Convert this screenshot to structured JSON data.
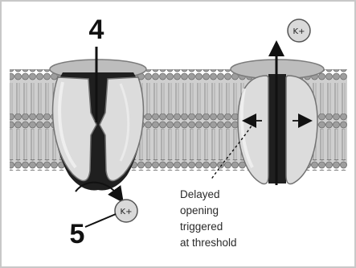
{
  "labels": {
    "marker_top": "4",
    "marker_bottom": "5"
  },
  "ions": {
    "top_right": "K+",
    "bottom_left": "K+"
  },
  "caption_lines": [
    "Delayed",
    "opening",
    "triggered",
    "at threshold"
  ],
  "colors": {
    "background": "#ffffff",
    "membrane": "#c7c7c7",
    "heads": "#9e9e9e",
    "channel": "#dcdcdc",
    "pore": "#1f1f1f",
    "arrow": "#111111"
  }
}
